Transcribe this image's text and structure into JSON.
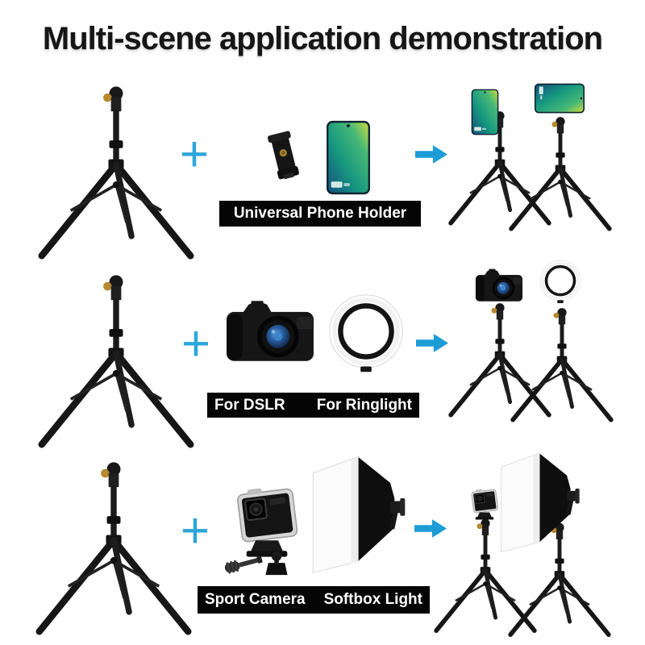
{
  "title": "Multi-scene application demonstration",
  "colors": {
    "background": "#ffffff",
    "title_text": "#161616",
    "accent_blue": "#2BA6DB",
    "arrow_blue": "#1D9CD6",
    "label_background": "#050505",
    "label_text": "#ffffff"
  },
  "icons": {
    "plus-icon": "+",
    "arrow-right-icon": "➜"
  },
  "rows": [
    {
      "scene": "phone-holder-demo",
      "labels": [
        "Universal Phone Holder"
      ]
    },
    {
      "scene": "dslr-ringlight-demo",
      "labels": [
        "For DSLR",
        "For Ringlight"
      ]
    },
    {
      "scene": "sportcam-softbox-demo",
      "labels": [
        "Sport Camera",
        "Softbox Light"
      ]
    }
  ]
}
